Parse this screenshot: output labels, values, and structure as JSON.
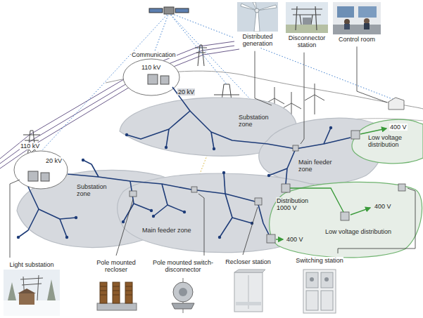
{
  "diagram": {
    "nodes": [
      {
        "text": [
          "Distributed generation"
        ]
      },
      {
        "text": [
          "Disconnector station"
        ]
      },
      {
        "text": [
          "Control room"
        ]
      },
      {
        "text": [
          "Substation zone"
        ]
      },
      {
        "text": [
          "Main feeder zone"
        ]
      },
      {
        "text": [
          "Low voltage distribution"
        ]
      },
      {
        "text": [
          "Substation zone"
        ]
      },
      {
        "text": [
          "Main feeder zone"
        ]
      },
      {
        "text": [
          "Low voltage distribution"
        ]
      },
      {
        "text": [
          "Light substation"
        ]
      },
      {
        "text": [
          "Pole mounted recloser"
        ]
      },
      {
        "text": [
          "Pole mounted switch-disconnector"
        ]
      },
      {
        "text": [
          "Recloser station"
        ]
      },
      {
        "text": [
          "Switching station"
        ]
      }
    ],
    "labels": [
      "Communication",
      "110 kV",
      "20 kV",
      "110 kV",
      "20 kV",
      "400 V",
      "Distribution 1000 V",
      "400 V",
      "400 V"
    ]
  }
}
